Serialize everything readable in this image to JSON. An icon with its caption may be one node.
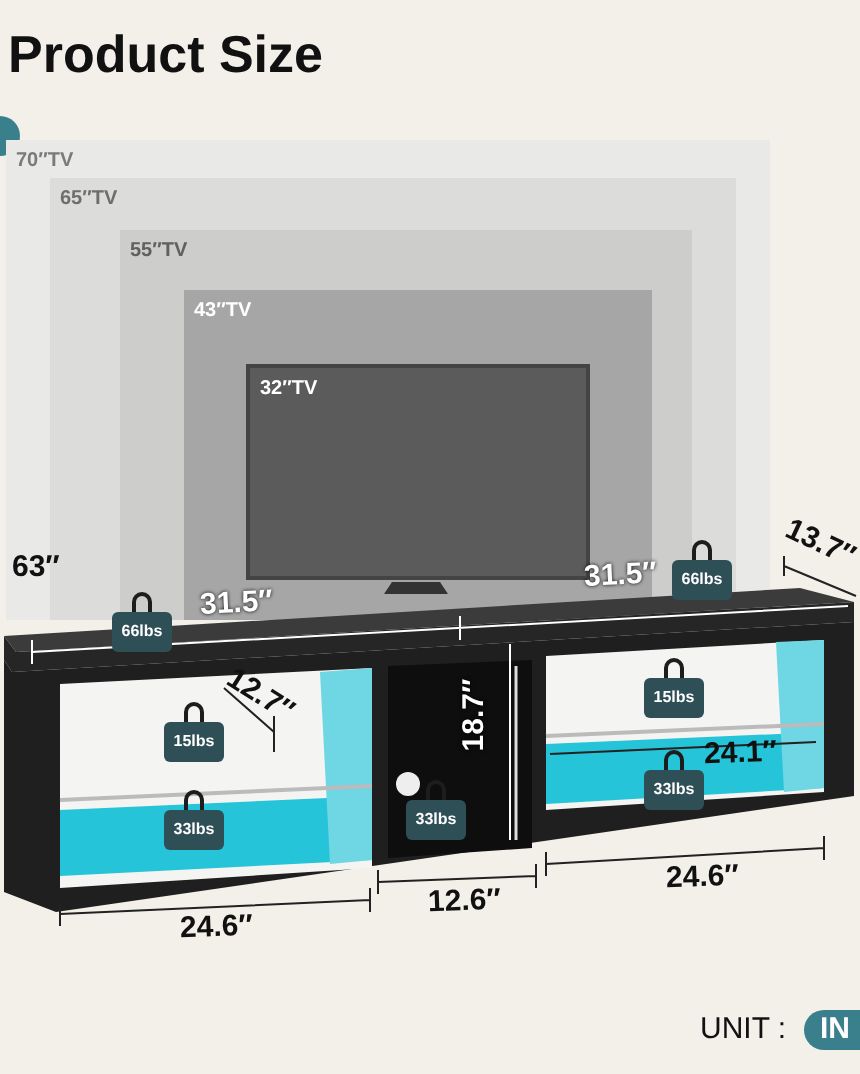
{
  "diagram": {
    "title": "Product Size",
    "nodes": [
      {
        "text": [
          "70″TV"
        ]
      },
      {
        "text": [
          "65″TV"
        ],
        "in": 0
      },
      {
        "text": [
          "55″TV"
        ],
        "in": 1
      },
      {
        "text": [
          "43″TV"
        ],
        "in": 2
      },
      {
        "text": [
          "32″TV"
        ],
        "in": 3
      }
    ],
    "labels": [
      "63″",
      "31.5″",
      "66lbs",
      "31.5″",
      "66lbs",
      "13.7″",
      "12.7″",
      "15lbs",
      "18.7″",
      "15lbs",
      "24.1″",
      "33lbs",
      "33lbs",
      "33lbs",
      "24.6″",
      "12.6″",
      "24.6″",
      "UNIT :",
      "IN"
    ]
  }
}
